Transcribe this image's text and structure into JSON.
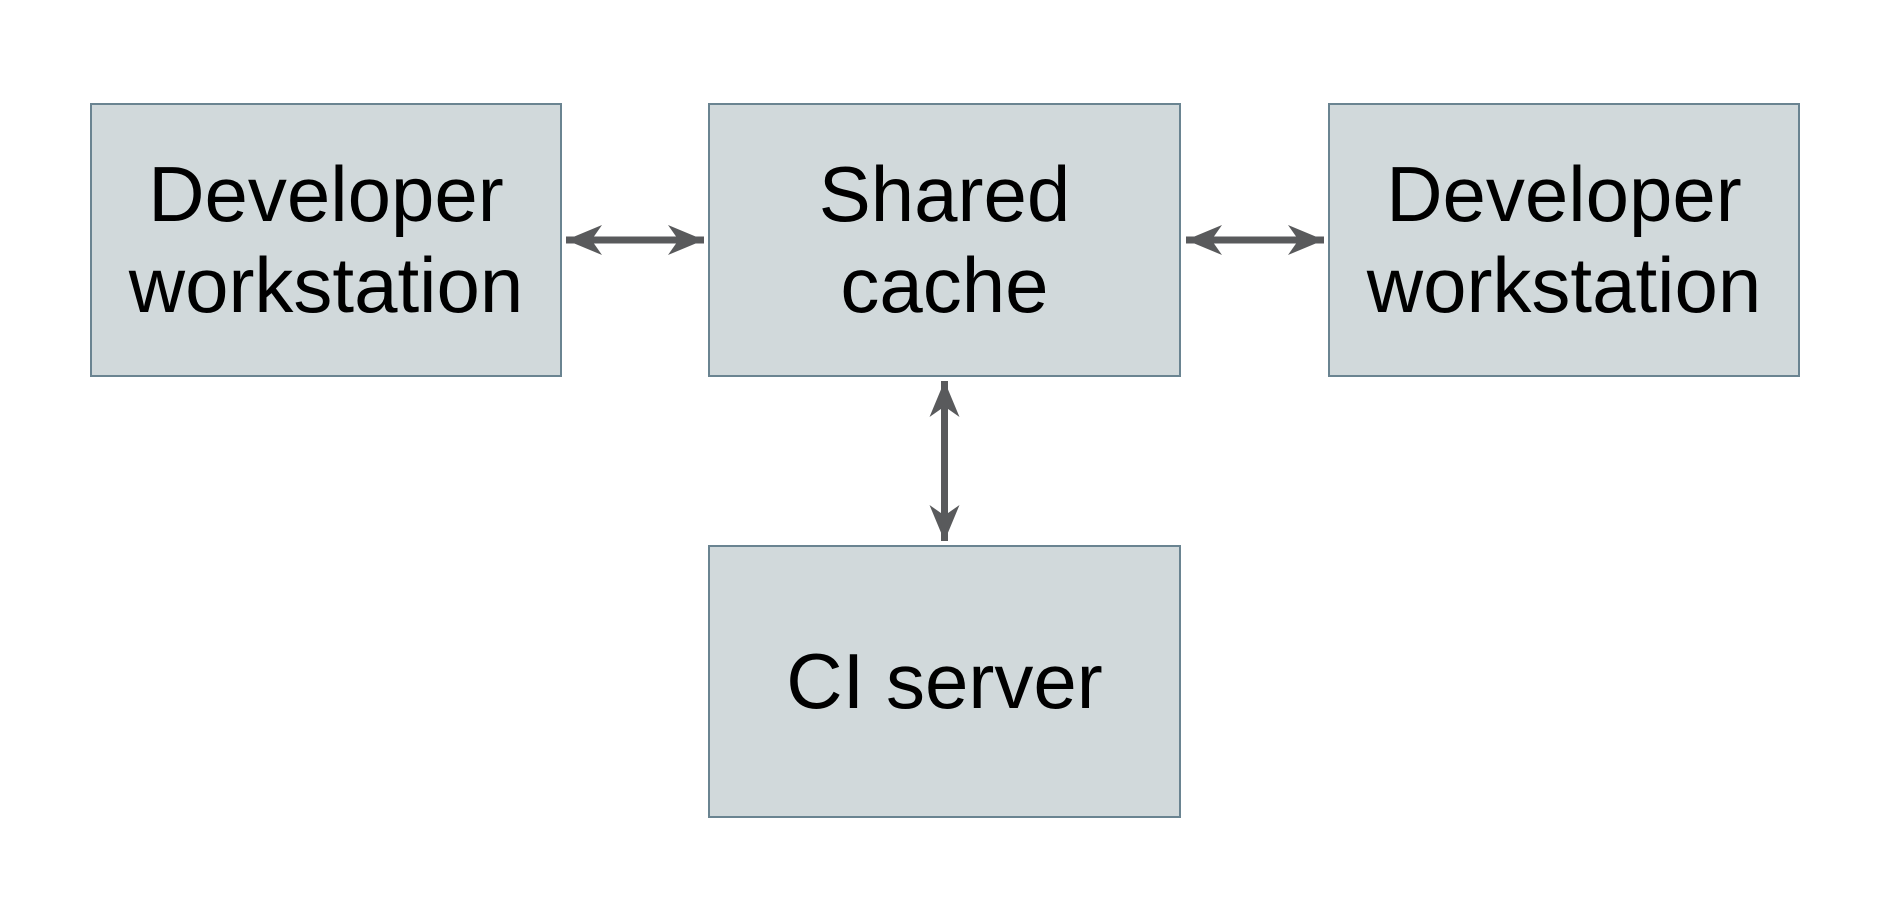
{
  "diagram": {
    "type": "architecture-diagram",
    "background_color": "#ffffff",
    "node_fill_color": "#d1d9db",
    "node_border_color": "#6a8491",
    "arrow_color": "#595a5c",
    "text_color": "#000000",
    "nodes": [
      {
        "id": "developer-workstation-left",
        "label": "Developer\nworkstation"
      },
      {
        "id": "shared-cache",
        "label": "Shared\ncache"
      },
      {
        "id": "developer-workstation-right",
        "label": "Developer\nworkstation"
      },
      {
        "id": "ci-server",
        "label": "CI server"
      }
    ],
    "edges": [
      {
        "from": "developer-workstation-left",
        "to": "shared-cache",
        "style": "double-headed-arrow"
      },
      {
        "from": "shared-cache",
        "to": "developer-workstation-right",
        "style": "double-headed-arrow"
      },
      {
        "from": "shared-cache",
        "to": "ci-server",
        "style": "double-headed-arrow"
      }
    ]
  }
}
